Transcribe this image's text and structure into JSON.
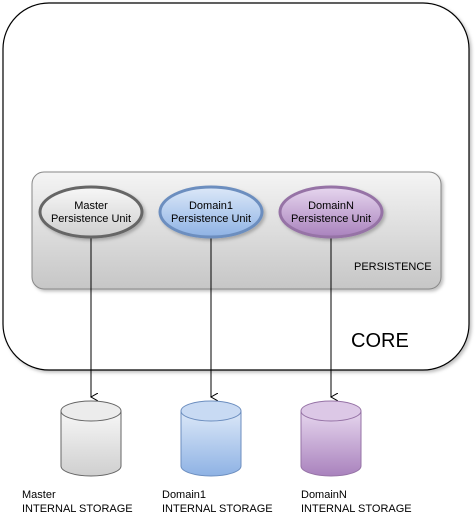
{
  "core": {
    "label": "CORE"
  },
  "persistence": {
    "label": "PERSISTENCE"
  },
  "units": [
    {
      "line1": "Master",
      "line2": "Persistence Unit"
    },
    {
      "line1": "Domain1",
      "line2": "Persistence Unit"
    },
    {
      "line1": "DomainN",
      "line2": "Persistence Unit"
    }
  ],
  "storages": [
    {
      "line1": "Master",
      "line2": "INTERNAL STORAGE"
    },
    {
      "line1": "Domain1",
      "line2": "INTERNAL STORAGE"
    },
    {
      "line1": "DomainN",
      "line2": "INTERNAL STORAGE"
    }
  ],
  "colors": {
    "master_fill": "#e0e0e0",
    "master_stroke": "#666666",
    "domain1_fill": "#a9c4eb",
    "domain1_stroke": "#6c8ebf",
    "domainN_fill": "#c8a9d6",
    "domainN_stroke": "#9673a6"
  }
}
